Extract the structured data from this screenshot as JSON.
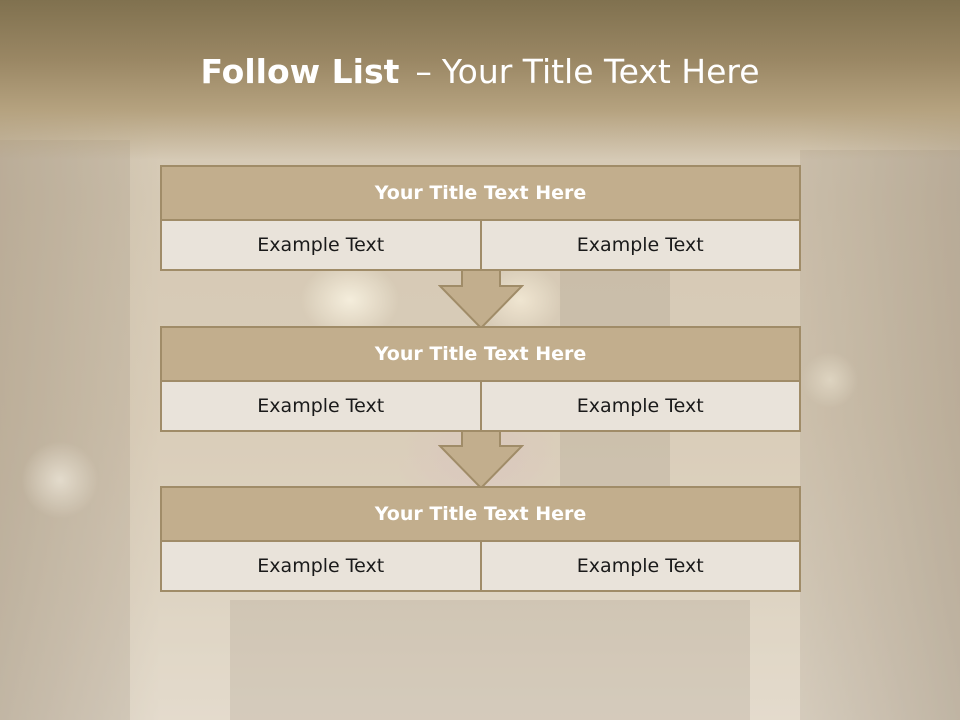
{
  "slide": {
    "title_bold": "Follow List",
    "title_separator": "–",
    "title_rest": "Your Title Text Here"
  },
  "colors": {
    "header_fill": "#c2ae8d",
    "border": "#a08c68",
    "cell_fill": "#e9e3da",
    "arrow_fill": "#c2ae8d",
    "title_band": "#9a8764"
  },
  "blocks": [
    {
      "title": "Your Title Text Here",
      "cells": [
        "Example Text",
        "Example Text"
      ]
    },
    {
      "title": "Your Title Text Here",
      "cells": [
        "Example Text",
        "Example Text"
      ]
    },
    {
      "title": "Your Title Text Here",
      "cells": [
        "Example Text",
        "Example Text"
      ]
    }
  ],
  "arrows": [
    {
      "icon": "down-arrow-icon"
    },
    {
      "icon": "down-arrow-icon"
    }
  ]
}
